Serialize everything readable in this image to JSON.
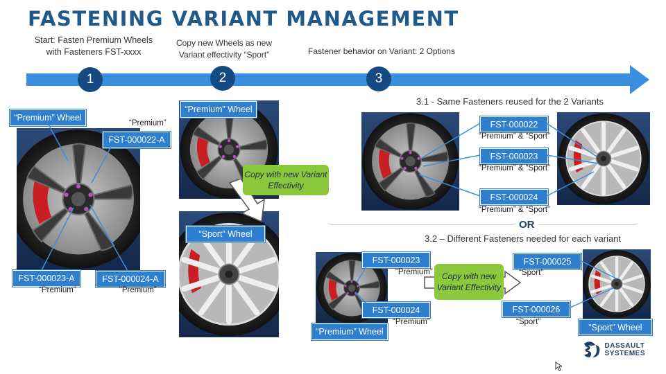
{
  "title": "FASTENING VARIANT MANAGEMENT",
  "captions": {
    "c1": "Start: Fasten Premium Wheels with Fasteners FST-xxxx",
    "c2": "Copy new Wheels as new Variant effectivity “Sport”",
    "c3": "Fastener behavior on Variant: 2 Options"
  },
  "steps": [
    "1",
    "2",
    "3"
  ],
  "step1": {
    "wheel_label": "“Premium” Wheel",
    "fst_a": "FST-000022-A",
    "fst_a_note": "“Premium”",
    "fst_b": "FST-000023-A",
    "fst_b_note": "“Premium”",
    "fst_c": "FST-000024-A",
    "fst_c_note": "“Premium”"
  },
  "step2": {
    "premium_label": "“Premium” Wheel",
    "copy_label": "Copy with new Variant Effectivity",
    "sport_label": "“Sport” Wheel"
  },
  "option1": {
    "heading": "3.1 - Same Fasteners reused for the 2 Variants",
    "fasteners": [
      {
        "id": "FST-000022",
        "note": "“Premium” & “Sport”"
      },
      {
        "id": "FST-000023",
        "note": "“Premium” & “Sport”"
      },
      {
        "id": "FST-000024",
        "note": "“Premium” & “Sport”"
      }
    ]
  },
  "or_label": "OR",
  "option2": {
    "heading": "3.2 – Different Fasteners needed for each variant",
    "left": [
      {
        "id": "FST-000023",
        "note": "“Premium”"
      },
      {
        "id": "FST-000024",
        "note": "“Premium”"
      }
    ],
    "copy_label": "Copy with new Variant Effectivity",
    "right": [
      {
        "id": "FST-000025",
        "note": "“Sport”"
      },
      {
        "id": "FST-000026",
        "note": "“Sport”"
      }
    ],
    "premium_label": "“Premium” Wheel",
    "sport_label": "“Sport” Wheel"
  },
  "logo": {
    "line1": "DASSAULT",
    "line2": "SYSTEMES"
  },
  "colors": {
    "accent": "#2f7fd0",
    "step": "#154a82",
    "arrow": "#3a8ee0",
    "green": "#8cc83c",
    "title": "#1f5a8a"
  }
}
